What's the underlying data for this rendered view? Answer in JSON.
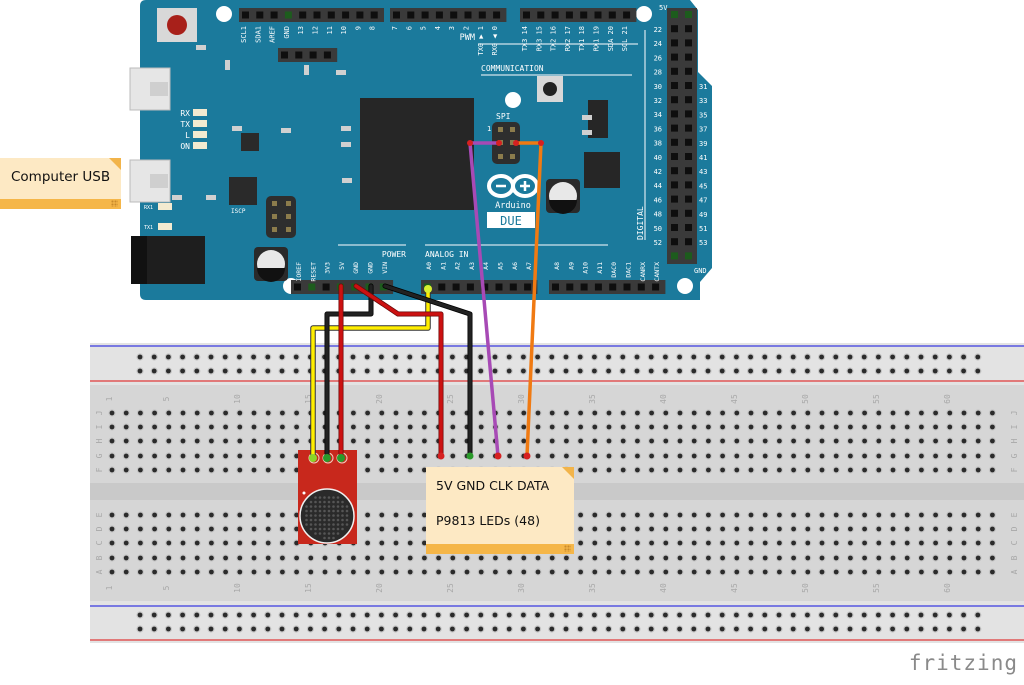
{
  "diagram": {
    "tool": "fritzing",
    "logo_text": "fritzing",
    "board": {
      "name": "Arduino DUE",
      "brand_text": "Arduino",
      "model_text": "DUE",
      "color": "#1b7a9c",
      "header_labels": {
        "top_left": [
          "SCL1",
          "SDA1",
          "AREF",
          "GND",
          "13",
          "12",
          "11",
          "10",
          "9",
          "8"
        ],
        "top_mid": [
          "7",
          "6",
          "5",
          "4",
          "3",
          "2",
          "TX0 ▶ 1",
          "RX0 ◀ 0"
        ],
        "top_right": [
          "TX3 14",
          "RX3 15",
          "TX2 16",
          "RX2 17",
          "TX1 18",
          "RX1 19",
          "SDA 20",
          "SCL 21"
        ],
        "pwm_label": "PWM",
        "comm_label": "COMMUNICATION",
        "digital_label": "DIGITAL",
        "digital_left": [
          "22",
          "24",
          "26",
          "28",
          "30",
          "32",
          "34",
          "36",
          "38",
          "40",
          "42",
          "44",
          "46",
          "48",
          "50",
          "52"
        ],
        "digital_right": [
          "31",
          "33",
          "35",
          "37",
          "39",
          "41",
          "43",
          "45",
          "47",
          "49",
          "51",
          "53"
        ],
        "digital_top": "5V",
        "digital_bottom": "GND",
        "power_label": "POWER",
        "power_pins": [
          "IOREF",
          "RESET",
          "3V3",
          "5V",
          "GND",
          "GND",
          "VIN"
        ],
        "analog_label": "ANALOG IN",
        "analog_pins": [
          "A0",
          "A1",
          "A2",
          "A3",
          "A4",
          "A5",
          "A6",
          "A7",
          "A8",
          "A9",
          "A10",
          "A11",
          "DAC0",
          "DAC1",
          "CANRX",
          "CANTX"
        ],
        "leds": [
          "RX",
          "TX",
          "L",
          "ON"
        ],
        "small_labels": [
          "RX1",
          "TX1",
          "ISCP",
          "SPI",
          "1"
        ]
      }
    },
    "notes": [
      {
        "id": "usb",
        "lines": [
          "Computer USB"
        ]
      },
      {
        "id": "led",
        "lines": [
          "5V GND CLK DATA",
          "P9813 LEDs (48)"
        ]
      }
    ],
    "breadboard": {
      "columns": 63,
      "column_labels": [
        "1",
        "5",
        "10",
        "15",
        "20",
        "25",
        "30",
        "35",
        "40",
        "45",
        "50",
        "55",
        "60"
      ],
      "row_labels_top": [
        "J",
        "I",
        "H",
        "G",
        "F"
      ],
      "row_labels_bottom": [
        "E",
        "D",
        "C",
        "B",
        "A"
      ],
      "rail_colors": {
        "negative": "#3a3ae0",
        "positive": "#e03a3a"
      }
    },
    "module": {
      "name": "Microphone sound sensor module",
      "color": "#c8281c",
      "pins": 3
    },
    "wires": [
      {
        "name": "mic-signal-to-A0",
        "color": "#ffee00",
        "from": "A0",
        "to": "mic pin 1"
      },
      {
        "name": "mic-gnd",
        "color": "#1a1a1a",
        "from": "GND",
        "to": "mic pin 2"
      },
      {
        "name": "mic-3v3",
        "color": "#cc1111",
        "from": "3V3",
        "to": "mic pin 3"
      },
      {
        "name": "led-5v",
        "color": "#cc1111",
        "from": "5V",
        "to": "LED 5V"
      },
      {
        "name": "led-gnd",
        "color": "#1a1a1a",
        "from": "GND",
        "to": "LED GND"
      },
      {
        "name": "led-clk",
        "color": "#a74ab5",
        "from": "SPI SCK",
        "to": "LED CLK"
      },
      {
        "name": "led-data",
        "color": "#f07a12",
        "from": "SPI MOSI",
        "to": "LED DATA"
      }
    ]
  }
}
